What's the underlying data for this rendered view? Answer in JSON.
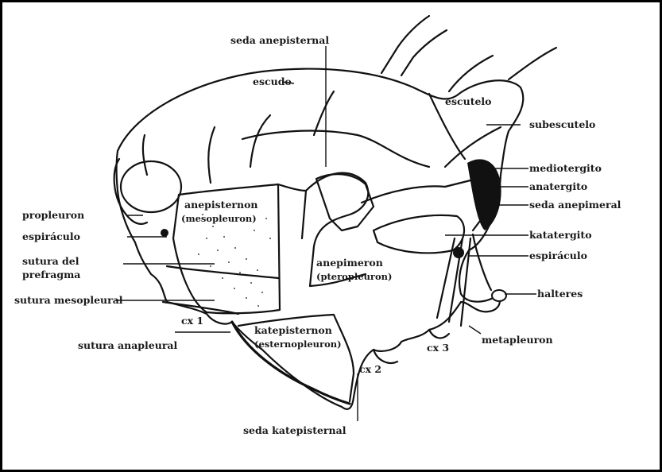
{
  "labels": {
    "seda_anepisternal": "seda anepisternal",
    "escudo": "escudo",
    "escutelo": "escutelo",
    "subescutelo": "subescutelo",
    "mediotergito": "mediotergito",
    "anatergito": "anatergito",
    "seda_anepimeral": "seda anepimeral",
    "katatergito": "katatergito",
    "espiraculo_right": "espiráculo",
    "halteres": "halteres",
    "metapleuron": "metapleuron",
    "propleuron": "propleuron",
    "espiraculo_left": "espiráculo",
    "sutura_prefragma_1": "sutura del",
    "sutura_prefragma_2": "prefragma",
    "sutura_mesopleural": "sutura mesopleural",
    "sutura_anapleural": "sutura anapleural",
    "anepisternon_1": "anepisternon",
    "anepisternon_2": "(mesopleuron)",
    "anepimeron_1": "anepimeron",
    "anepimeron_2": "(pteropleuron)",
    "katepisternon_1": "katepisternon",
    "katepisternon_2": "(esternopleuron)",
    "cx1": "cx 1",
    "cx2": "cx 2",
    "cx3": "cx 3",
    "seda_katepisternal": "seda katepisternal"
  }
}
